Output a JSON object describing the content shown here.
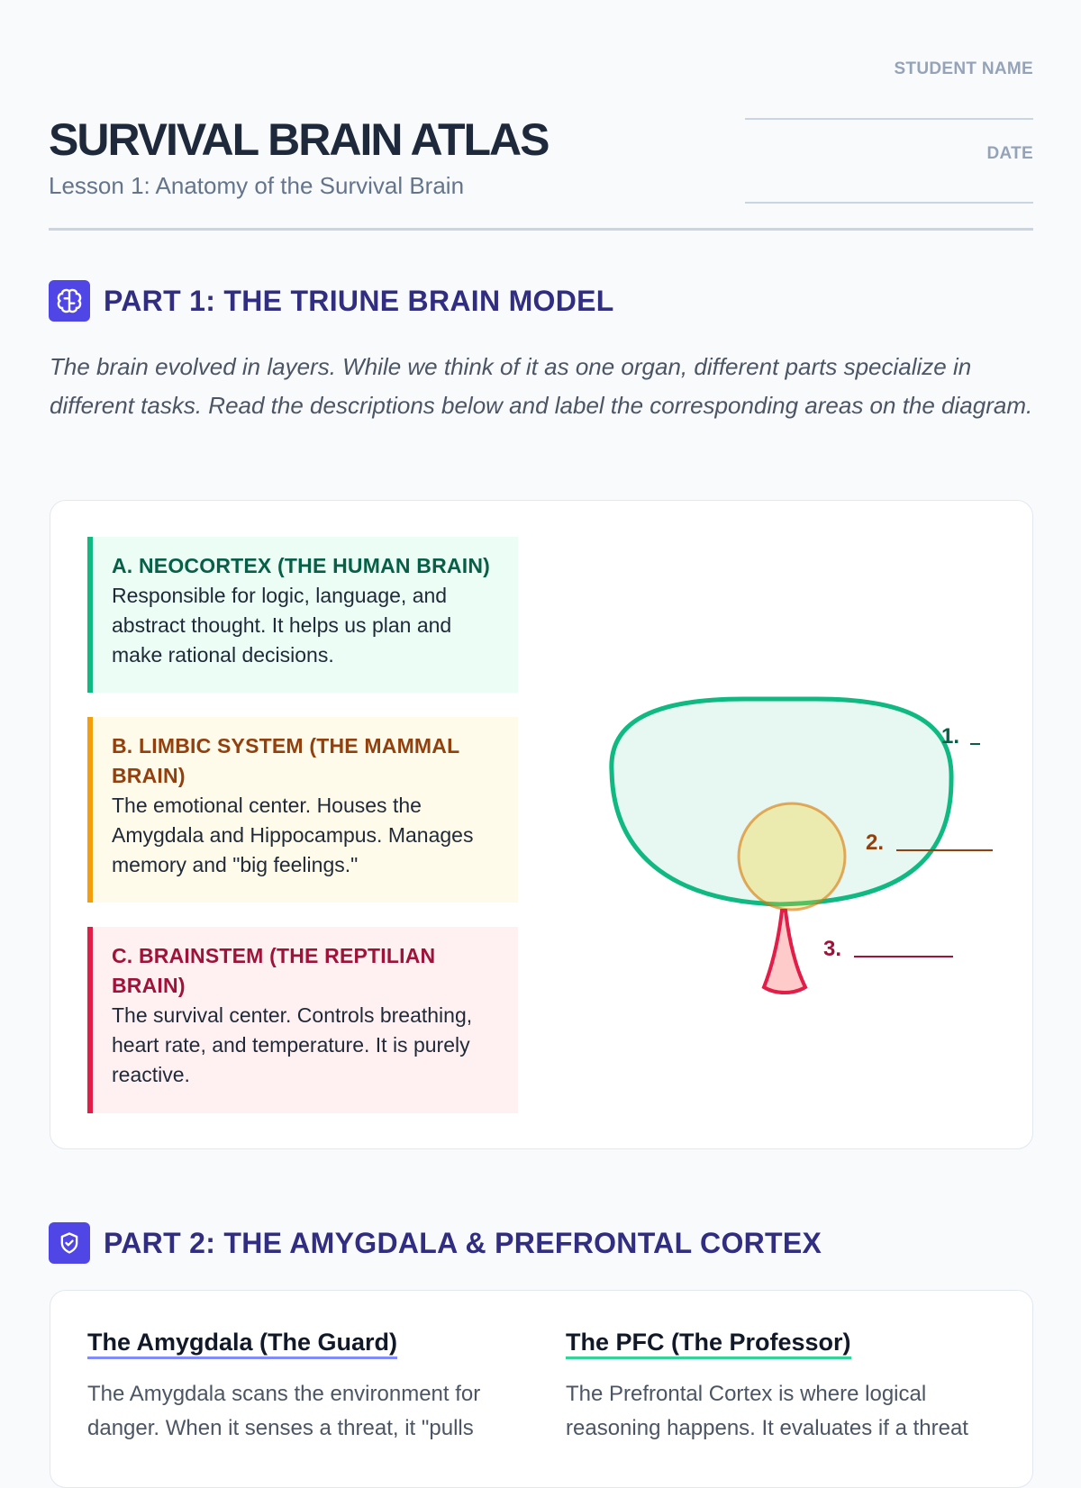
{
  "header": {
    "title": "SURVIVAL BRAIN ATLAS",
    "subtitle": "Lesson 1: Anatomy of the Survival Brain",
    "student_name_label": "STUDENT NAME",
    "date_label": "DATE"
  },
  "part1": {
    "icon": "brain-icon",
    "title": "PART 1: THE TRIUNE BRAIN MODEL",
    "intro": "The brain evolved in layers. While we think of it as one organ, different parts specialize in different tasks. Read the descriptions below and label the corresponding areas on the diagram.",
    "boxes": [
      {
        "title": "A. NEOCORTEX (THE HUMAN BRAIN)",
        "text": "Responsible for logic, language, and abstract thought. It helps us plan and make rational decisions.",
        "color": "#10b981",
        "bg": "#ecfdf5",
        "title_color": "#065f46"
      },
      {
        "title": "B. LIMBIC SYSTEM (THE MAMMAL BRAIN)",
        "text": "The emotional center. Houses the Amygdala and Hippocampus. Manages memory and \"big feelings.\"",
        "color": "#f59e0b",
        "bg": "#fffbeb",
        "title_color": "#92400e"
      },
      {
        "title": "C. BRAINSTEM (THE REPTILIAN BRAIN)",
        "text": "The survival center. Controls breathing, heart rate, and temperature. It is purely reactive.",
        "color": "#e11d48",
        "bg": "#fff1f2",
        "title_color": "#9f1239"
      }
    ],
    "diagram_labels": [
      "1.",
      "2.",
      "3."
    ]
  },
  "part2": {
    "icon": "shield-icon",
    "title": "PART 2: THE AMYGDALA & PREFRONTAL CORTEX",
    "columns": [
      {
        "heading": "The Amygdala (The Guard)",
        "text": "The Amygdala scans the environment for danger. When it senses a threat, it \"pulls",
        "underline": "#818cf8"
      },
      {
        "heading": "The PFC (The Professor)",
        "text": "The Prefrontal Cortex is where logical reasoning happens. It evaluates if a threat",
        "underline": "#34d399"
      }
    ]
  }
}
